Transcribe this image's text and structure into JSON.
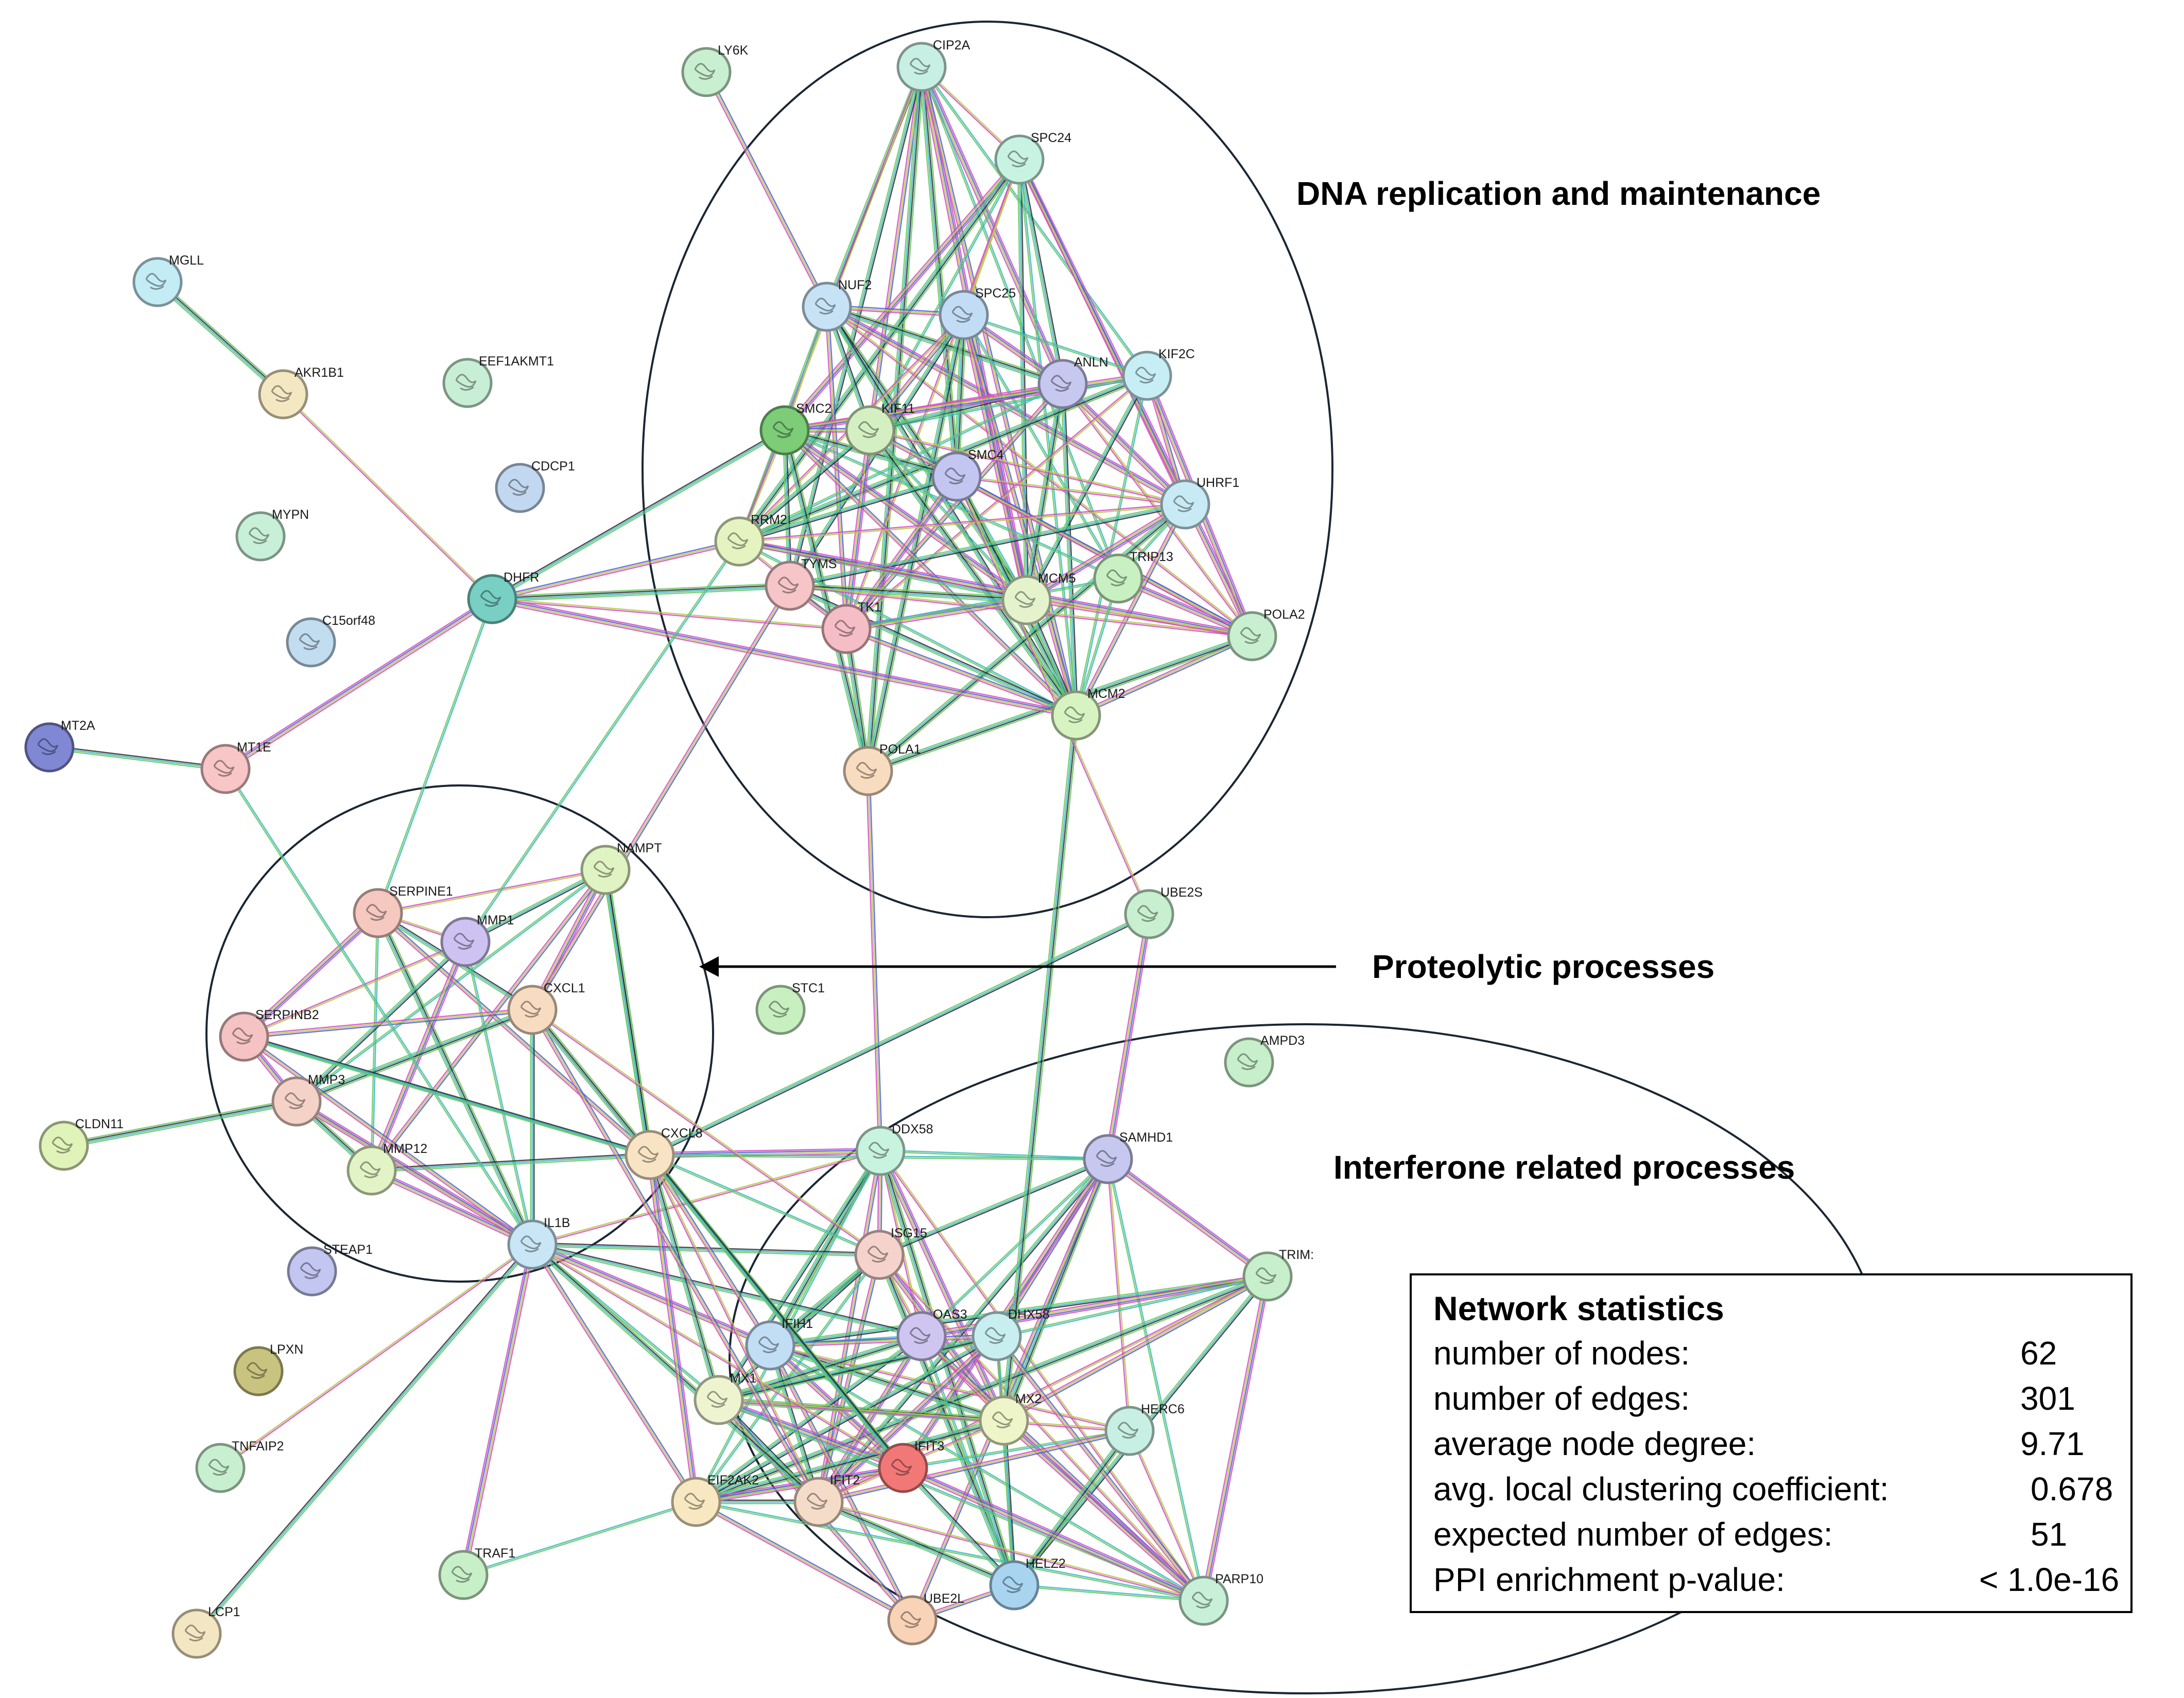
{
  "clusters": {
    "dna": "DNA replication and maintenance",
    "proteolytic": "Proteolytic processes",
    "interferon": "Interferone related processes"
  },
  "stats": {
    "title": "Network statistics",
    "rows": [
      {
        "label": "number of nodes:",
        "value": "62"
      },
      {
        "label": "number of edges:",
        "value": "301"
      },
      {
        "label": "average node degree:",
        "value": "9.71"
      },
      {
        "label": "avg. local clustering coefficient:",
        "value": "0.678"
      },
      {
        "label": "expected number of edges:",
        "value": "51"
      },
      {
        "label": "PPI enrichment p-value:",
        "value": "< 1.0e-16"
      }
    ]
  },
  "nodes": [
    {
      "id": "LY6K",
      "label": "LY6K",
      "color": "#c8efd0"
    },
    {
      "id": "CIP2A",
      "label": "CIP2A",
      "color": "#c8efe3"
    },
    {
      "id": "SPC24",
      "label": "SPC24",
      "color": "#c8f3e3"
    },
    {
      "id": "NUF2",
      "label": "NUF2",
      "color": "#c7e2f5"
    },
    {
      "id": "SPC25",
      "label": "SPC25",
      "color": "#c2dcf5"
    },
    {
      "id": "ANLN",
      "label": "ANLN",
      "color": "#c7c8f0"
    },
    {
      "id": "KIF2C",
      "label": "KIF2C",
      "color": "#c8eef5"
    },
    {
      "id": "SMC2",
      "label": "SMC2",
      "color": "#7ccc78"
    },
    {
      "id": "KIF11",
      "label": "KIF11",
      "color": "#d4f0c2"
    },
    {
      "id": "SMC4",
      "label": "SMC4",
      "color": "#c3c6f0"
    },
    {
      "id": "UHRF1",
      "label": "UHRF1",
      "color": "#c8eaf5"
    },
    {
      "id": "RRM2",
      "label": "RRM2",
      "color": "#e4f3c0"
    },
    {
      "id": "TYMS",
      "label": "TYMS",
      "color": "#f5c5c8"
    },
    {
      "id": "TK1",
      "label": "TK1",
      "color": "#f5bec6"
    },
    {
      "id": "MCM5",
      "label": "MCM5",
      "color": "#e4f3cc"
    },
    {
      "id": "TRIP13",
      "label": "TRIP13",
      "color": "#c8f0c2"
    },
    {
      "id": "POLA2",
      "label": "POLA2",
      "color": "#c8efd0"
    },
    {
      "id": "MCM2",
      "label": "MCM2",
      "color": "#d8f3c2"
    },
    {
      "id": "POLA1",
      "label": "POLA1",
      "color": "#f8dcc0"
    },
    {
      "id": "MGLL",
      "label": "MGLL",
      "color": "#c4ecf5"
    },
    {
      "id": "AKR1B1",
      "label": "AKR1B1",
      "color": "#f3e8c2"
    },
    {
      "id": "EEF1AKMT1",
      "label": "EEF1AKMT1",
      "color": "#c8efd5"
    },
    {
      "id": "CDCP1",
      "label": "CDCP1",
      "color": "#c2d8f0"
    },
    {
      "id": "MYPN",
      "label": "MYPN",
      "color": "#c8f0d8"
    },
    {
      "id": "DHFR",
      "label": "DHFR",
      "color": "#78cfc4"
    },
    {
      "id": "C15orf48",
      "label": "C15orf48",
      "color": "#c2dcf0"
    },
    {
      "id": "MT2A",
      "label": "MT2A",
      "color": "#8088d4"
    },
    {
      "id": "MT1E",
      "label": "MT1E",
      "color": "#f8c6c6"
    },
    {
      "id": "NAMPT",
      "label": "NAMPT",
      "color": "#e0f3c2"
    },
    {
      "id": "SERPINE1",
      "label": "SERPINE1",
      "color": "#f5c8c0"
    },
    {
      "id": "MMP1",
      "label": "MMP1",
      "color": "#cec2f3"
    },
    {
      "id": "CXCL1",
      "label": "CXCL1",
      "color": "#f8dcc2"
    },
    {
      "id": "SERPINB2",
      "label": "SERPINB2",
      "color": "#f5c3c3"
    },
    {
      "id": "MMP3",
      "label": "MMP3",
      "color": "#f5d2c8"
    },
    {
      "id": "MMP12",
      "label": "MMP12",
      "color": "#e2f3c6"
    },
    {
      "id": "CXCL8",
      "label": "CXCL8",
      "color": "#f8e4c4"
    },
    {
      "id": "IL1B",
      "label": "IL1B",
      "color": "#c8e6f5"
    },
    {
      "id": "UBE2S",
      "label": "UBE2S",
      "color": "#c8efd0"
    },
    {
      "id": "STC1",
      "label": "STC1",
      "color": "#c8efc0"
    },
    {
      "id": "AMPD3",
      "label": "AMPD3",
      "color": "#c8efcb"
    },
    {
      "id": "CLDN11",
      "label": "CLDN11",
      "color": "#e0f3b8"
    },
    {
      "id": "DDX58",
      "label": "DDX58",
      "color": "#c8f3df"
    },
    {
      "id": "SAMHD1",
      "label": "SAMHD1",
      "color": "#c6c8f0"
    },
    {
      "id": "STEAP1",
      "label": "STEAP1",
      "color": "#c2c6f0"
    },
    {
      "id": "ISG15",
      "label": "ISG15",
      "color": "#f5d3cc"
    },
    {
      "id": "TRIM",
      "label": "TRIM:",
      "color": "#c8efcb"
    },
    {
      "id": "LPXN",
      "label": "LPXN",
      "color": "#c8c480"
    },
    {
      "id": "IFIH1",
      "label": "IFIH1",
      "color": "#c2def5"
    },
    {
      "id": "OAS3",
      "label": "OAS3",
      "color": "#cec6f0"
    },
    {
      "id": "DHX58",
      "label": "DHX58",
      "color": "#c8eef0"
    },
    {
      "id": "MX1",
      "label": "MX1",
      "color": "#eef3d0"
    },
    {
      "id": "MX2",
      "label": "MX2",
      "color": "#eef5c8"
    },
    {
      "id": "HERC6",
      "label": "HERC6",
      "color": "#c8efe3"
    },
    {
      "id": "TNFAIP2",
      "label": "TNFAIP2",
      "color": "#c8efd0"
    },
    {
      "id": "EIF2AK2",
      "label": "EIF2AK2",
      "color": "#f8e8c2"
    },
    {
      "id": "IFIT2",
      "label": "IFIT2",
      "color": "#f5dcc8"
    },
    {
      "id": "IFIT3",
      "label": "IFIT3",
      "color": "#f27878"
    },
    {
      "id": "TRAF1",
      "label": "TRAF1",
      "color": "#c8f0c8"
    },
    {
      "id": "HELZ2",
      "label": "HELZ2",
      "color": "#a8d4f0"
    },
    {
      "id": "PARP10",
      "label": "PARP10",
      "color": "#c8f0d8"
    },
    {
      "id": "LCP1",
      "label": "LCP1",
      "color": "#f3e6c2"
    },
    {
      "id": "UBE2L",
      "label": "UBE2L",
      "color": "#f8d3b8"
    }
  ],
  "edge_colors": [
    "#b8c84a",
    "#2e2e2e",
    "#d44fc4",
    "#3cb8c4",
    "#5560d8",
    "#68c860"
  ]
}
